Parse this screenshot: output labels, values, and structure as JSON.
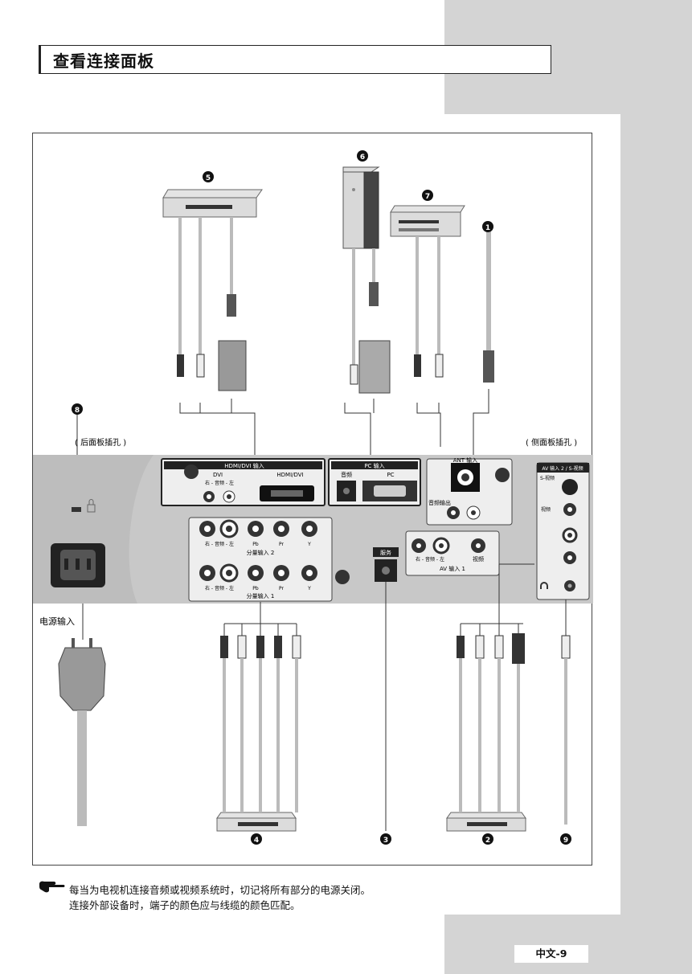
{
  "page_title": "查看连接面板",
  "labels": {
    "rear_panel": "( 后面板插孔 )",
    "side_panel": "( 侧面板插孔 )",
    "hdmi_dvi_input": "HDMI/DVI 输入",
    "dvi": "DVI",
    "hdmi_dvi": "HDMI/DVI",
    "audio_r_l": "右 - 音频 - 左",
    "pc_input": "PC 输入",
    "audio": "音频",
    "pc": "PC",
    "ant_input": "ANT 输入",
    "audio_out": "音频输出",
    "component_in_2": "分量输入 2",
    "component_in_1": "分量输入 1",
    "service": "服务",
    "av_input_1": "AV 输入 1",
    "video": "视频",
    "av_input_2_svideo": "AV 输入 2 / S-视频",
    "s_video": "S-视频",
    "power_input": "电源输入",
    "pb": "Pb",
    "pr": "Pr",
    "y": "Y"
  },
  "callouts": [
    "1",
    "2",
    "3",
    "4",
    "5",
    "6",
    "7",
    "8",
    "9"
  ],
  "note": {
    "line1": "每当为电视机连接音频或视频系统时，切记将所有部分的电源关闭。",
    "line2": "连接外部设备时，端子的颜色应与线缆的颜色匹配。"
  },
  "page_number": "中文-9",
  "colors": {
    "panel": "#c8c8c8",
    "band": "#d4d4d4",
    "frame": "#222222"
  },
  "icons": [
    "pointing-hand-icon",
    "lock-icon",
    "headphone-icon"
  ]
}
